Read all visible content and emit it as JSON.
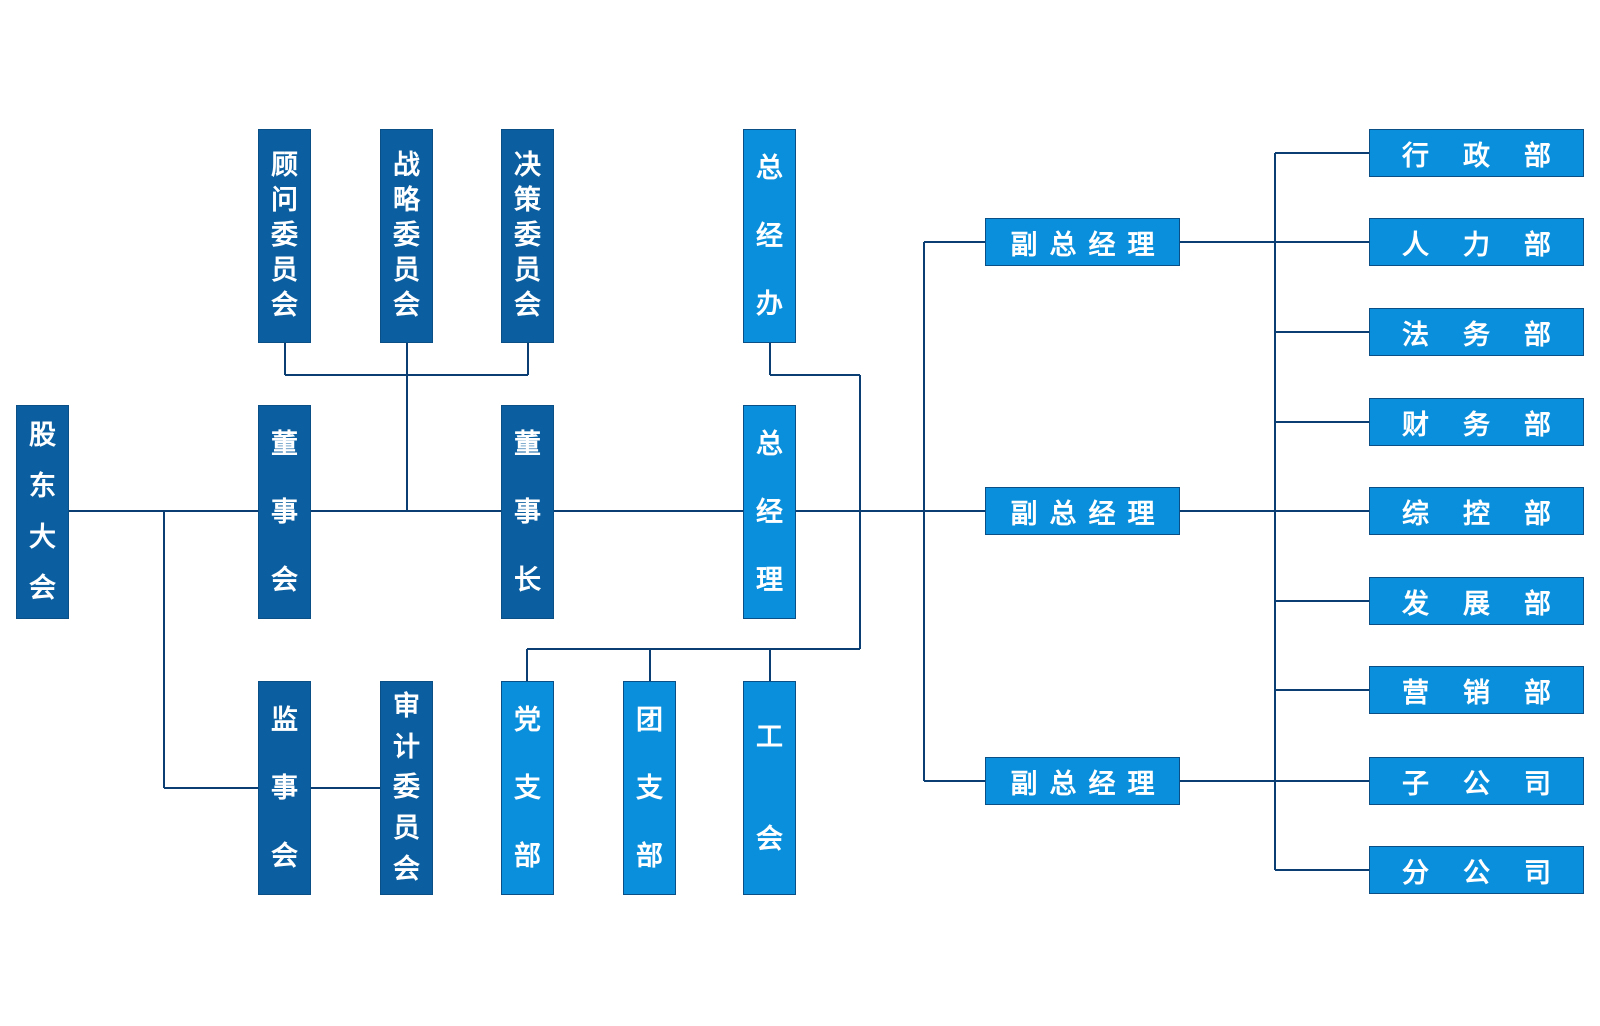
{
  "nodes": {
    "shareholders": "股东大会",
    "board": "董事会",
    "chairman": "董事长",
    "supervisors": "监事会",
    "audit": "审计委员会",
    "advisory": "顾问委员会",
    "strategy": "战略委员会",
    "decision": "决策委员会",
    "gm_office": "总经办",
    "gm": "总经理",
    "party": "党支部",
    "youth": "团支部",
    "union": "工会",
    "vgm_1": "副总经理",
    "vgm_2": "副总经理",
    "vgm_3": "副总经理"
  },
  "departments": [
    "行政部",
    "人力部",
    "法务部",
    "财务部",
    "综控部",
    "发展部",
    "营销部",
    "子公司",
    "分公司"
  ],
  "colors": {
    "dark_box": "#0b5fa0",
    "light_box": "#0a8fdc",
    "line": "#0b3f73"
  }
}
